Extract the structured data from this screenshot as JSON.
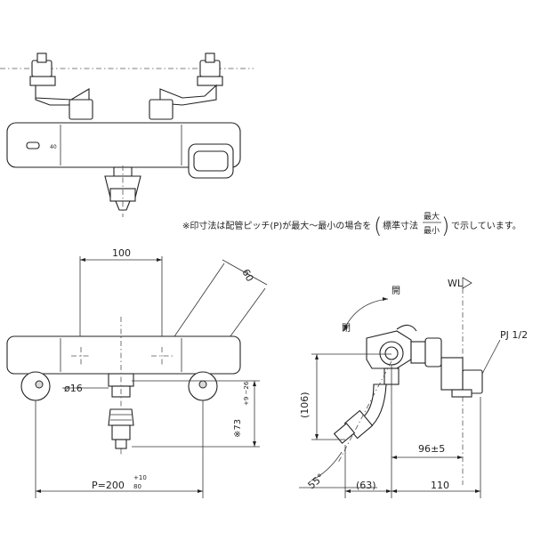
{
  "note": {
    "mark": "※",
    "text_before": "印寸法は配管ピッチ(P)が最大～最小の場合を",
    "bracket_open": "(",
    "standard_label": "標準寸法",
    "max_label": "最大",
    "min_label": "最小",
    "bracket_close": ")",
    "text_after": "で示しています。"
  },
  "front_view": {
    "dim_top": "100",
    "dim_angle": "60",
    "dim_dia": "ø16",
    "dim_vertical": "※73",
    "dim_vertical_tol": "+9 −26",
    "pitch_label": "P=200",
    "pitch_tol_upper": "+10",
    "pitch_tol_lower": "80",
    "dial_mark": "40"
  },
  "side_view": {
    "label_open": "開",
    "label_close": "閉",
    "wl_label": "WL",
    "thread_label": "PJ 1/2",
    "dim_106": "(106)",
    "dim_96": "96±5",
    "dim_63": "(63)",
    "dim_110": "110",
    "angle_label": "55°"
  }
}
